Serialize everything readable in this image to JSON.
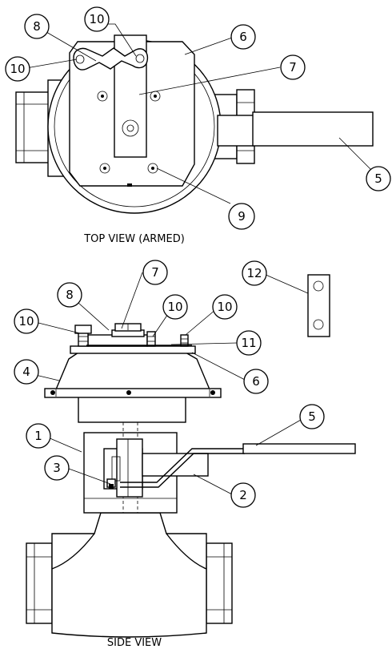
{
  "views": {
    "top_label": "TOP VIEW (ARMED)",
    "side_label": "SIDE VIEW"
  },
  "callouts": [
    {
      "id": "c8-top",
      "label": "8"
    },
    {
      "id": "c10-top-a",
      "label": "10"
    },
    {
      "id": "c6-top",
      "label": "6"
    },
    {
      "id": "c10-top-b",
      "label": "10"
    },
    {
      "id": "c7-top",
      "label": "7"
    },
    {
      "id": "c5-top",
      "label": "5"
    },
    {
      "id": "c9-top",
      "label": "9"
    },
    {
      "id": "c12",
      "label": "12"
    },
    {
      "id": "c8-side",
      "label": "8"
    },
    {
      "id": "c7-side",
      "label": "7"
    },
    {
      "id": "c10-side-a",
      "label": "10"
    },
    {
      "id": "c10-side-b",
      "label": "10"
    },
    {
      "id": "c10-side-c",
      "label": "10"
    },
    {
      "id": "c11",
      "label": "11"
    },
    {
      "id": "c4",
      "label": "4"
    },
    {
      "id": "c6-side",
      "label": "6"
    },
    {
      "id": "c1",
      "label": "1"
    },
    {
      "id": "c5-side",
      "label": "5"
    },
    {
      "id": "c3",
      "label": "3"
    },
    {
      "id": "c2",
      "label": "2"
    }
  ]
}
